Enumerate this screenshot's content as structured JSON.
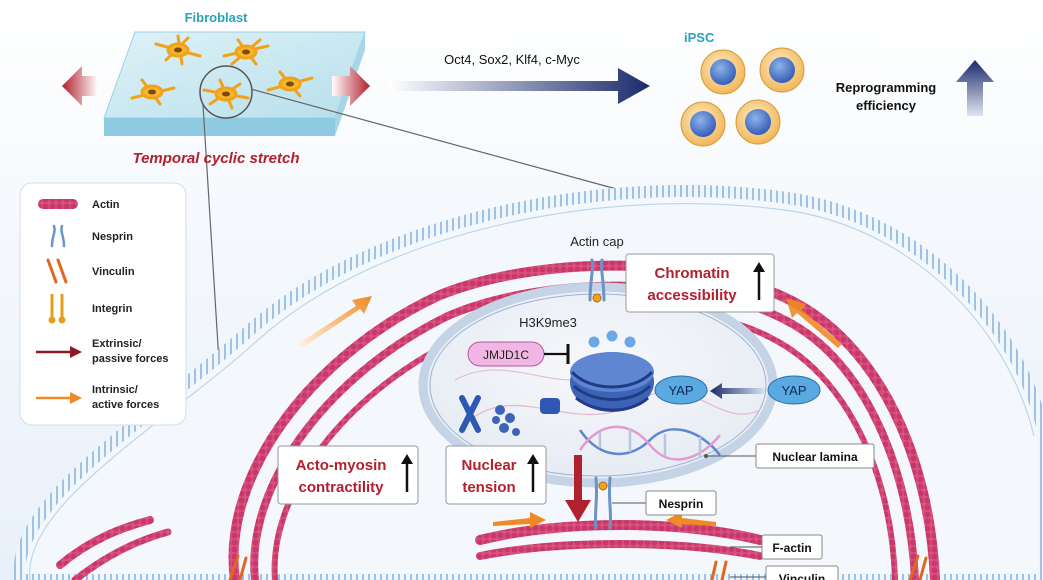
{
  "top": {
    "fibroblast_label": "Fibroblast",
    "stretch_label": "Temporal cyclic stretch",
    "factors_label": "Oct4, Sox2, Klf4, c-Myc",
    "ipsc_label": "iPSC",
    "reprogramming_line1": "Reprogramming",
    "reprogramming_line2": "efficiency"
  },
  "legend": {
    "items": [
      {
        "label": "Actin",
        "icon": "actin-icon"
      },
      {
        "label": "Nesprin",
        "icon": "nesprin-icon"
      },
      {
        "label": "Vinculin",
        "icon": "vinculin-icon"
      },
      {
        "label": "Integrin",
        "icon": "integrin-icon"
      },
      {
        "label1": "Extrinsic/",
        "label2": "passive forces",
        "icon": "dark-red-arrow-icon"
      },
      {
        "label1": "Intrinsic/",
        "label2": "active forces",
        "icon": "orange-arrow-icon"
      }
    ]
  },
  "cell": {
    "actin_cap": "Actin cap",
    "h3k9me3": "H3K9me3",
    "jmjd1c": "JMJD1C",
    "yap_nuclear": "YAP",
    "yap_cyto": "YAP",
    "chromatin_line1": "Chromatin",
    "chromatin_line2": "accessibility",
    "acto_line1": "Acto-myosin",
    "acto_line2": "contractility",
    "nuclear_line1": "Nuclear",
    "nuclear_line2": "tension",
    "nuclear_lamina": "Nuclear lamina",
    "nesprin": "Nesprin",
    "f_actin": "F-actin",
    "vinculin": "Vinculin"
  },
  "colors": {
    "dark_red": "#b21f2d",
    "navy": "#1b2a6b",
    "orange": "#f08a24",
    "actin_pink": "#c8386a",
    "membrane_blue": "#a9c8e6",
    "yap_blue": "#5aa9e0",
    "jmjd1c_pink": "#f2b6e4"
  }
}
